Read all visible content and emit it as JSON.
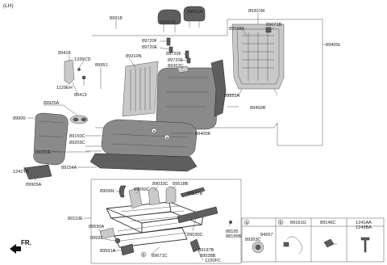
{
  "corner_label": "(LH)",
  "front_label": "FR.",
  "labels": {
    "89601A": "89601A",
    "89601E": "89601E",
    "89918": "89918",
    "89301M": "89301M",
    "89598A": "89598A",
    "89071B": "89071B",
    "89720F_top": "89720F",
    "89720E_top": "89720E",
    "89720F_mid": "89720F",
    "89720E_mid": "89720E",
    "89362C": "89362C",
    "89400L": "89400L",
    "89418": "89418",
    "1339CD": "1339CD",
    "89951": "89951",
    "89310N": "89310N",
    "1129EH": "1129EH",
    "89413": "89413",
    "89551A": "89551A",
    "89450R": "89450R",
    "89925A": "89925A",
    "89900": "89900",
    "89400K": "89400K",
    "89150C": "89150C",
    "89203C": "89203C",
    "89200E": "89200E",
    "1241YB": "1241YB",
    "89905A": "89905A",
    "89154A": "89154A",
    "89099L": "89099L",
    "89050C": "89050C",
    "89033C": "89033C",
    "89518B": "89518B",
    "89517B": "89517B",
    "89110E": "89110E",
    "89590A": "89590A",
    "89030C": "89030C",
    "89597": "89597",
    "89591A": "89591A",
    "89671C": "89671C",
    "88195": "88195",
    "88195B": "88195B",
    "89197B": "89197B",
    "89038B": "89038B",
    "1220FC": "1220FC",
    "89363C": "89363C",
    "84557": "84557",
    "89161G": "89161G",
    "89146C": "89146C",
    "1241AA": "1241AA",
    "1249BA": "1249BA"
  },
  "circle_refs": {
    "a": "a",
    "b": "b"
  },
  "legend": {
    "cell_a": "a",
    "cell_b": "b",
    "cell_c_code": "89146C",
    "cell_d_code1": "1241AA",
    "cell_d_code2": "1249BA"
  }
}
